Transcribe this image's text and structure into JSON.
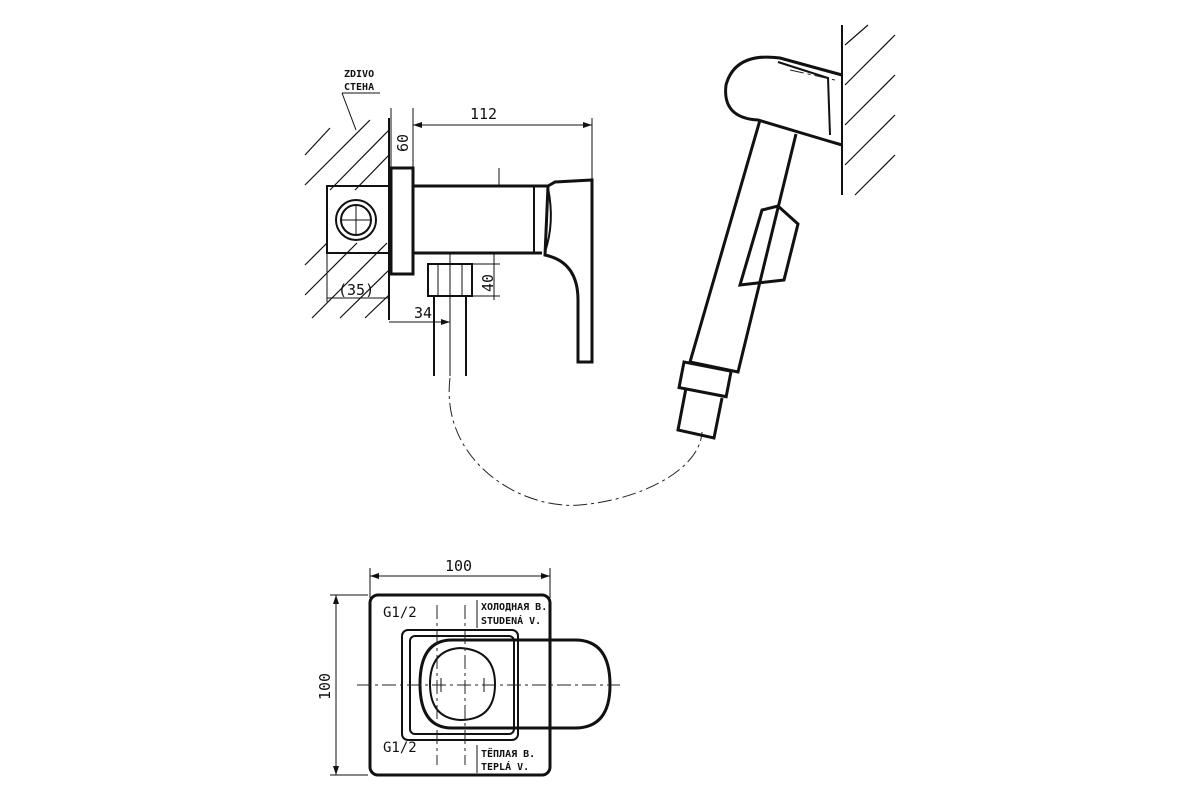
{
  "side_view": {
    "wall_label_line1": "ZDIVO",
    "wall_label_line2": "СТЕНА",
    "dim_total_length": "112",
    "dim_flange_thickness": "60",
    "dim_outlet_height": "40",
    "dim_wall_depth": "(35)",
    "dim_outlet_offset": "34"
  },
  "front_view": {
    "dim_width": "100",
    "dim_height": "100",
    "inlet_top_size": "G1/2",
    "inlet_bottom_size": "G1/2",
    "cold_label_line1": "ХОЛОДНАЯ В.",
    "cold_label_line2": "STUDENÁ V.",
    "hot_label_line1": "ТЁПЛАЯ В.",
    "hot_label_line2": "TEPLÁ V."
  }
}
